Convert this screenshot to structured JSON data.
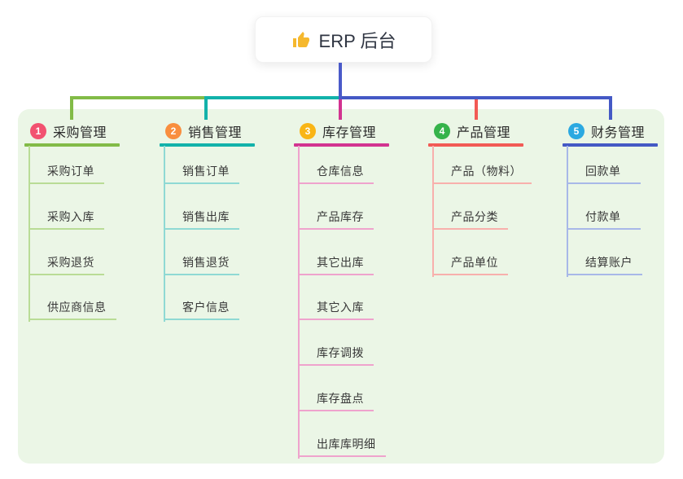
{
  "title": {
    "icon": "thumbs-up-icon",
    "text": "ERP 后台"
  },
  "colors": {
    "panel_background": "#ebf6e6",
    "trunk_blue": "#4a5ac9",
    "thumb_yellow": "#f5b82e"
  },
  "branches": [
    {
      "badge": "1",
      "label": "采购管理",
      "badge_color": "#f25270",
      "line_color": "#82bb47",
      "light_color": "#b9dc96",
      "children": [
        "采购订单",
        "采购入库",
        "采购退货",
        "供应商信息"
      ]
    },
    {
      "badge": "2",
      "label": "销售管理",
      "badge_color": "#f98e3e",
      "line_color": "#12b2aa",
      "light_color": "#8fd9d4",
      "children": [
        "销售订单",
        "销售出库",
        "销售退货",
        "客户信息"
      ]
    },
    {
      "badge": "3",
      "label": "库存管理",
      "badge_color": "#f9b515",
      "line_color": "#d23390",
      "light_color": "#efa3cd",
      "children": [
        "仓库信息",
        "产品库存",
        "其它出库",
        "其它入库",
        "库存调拨",
        "库存盘点",
        "出库库明细"
      ]
    },
    {
      "badge": "4",
      "label": "产品管理",
      "badge_color": "#35b34a",
      "line_color": "#f25a55",
      "light_color": "#f8b0ac",
      "children": [
        "产品（物料）",
        "产品分类",
        "产品单位"
      ]
    },
    {
      "badge": "5",
      "label": "财务管理",
      "badge_color": "#2ba9e1",
      "line_color": "#4459c5",
      "light_color": "#a8b8e8",
      "children": [
        "回款单",
        "付款单",
        "结算账户"
      ]
    }
  ]
}
